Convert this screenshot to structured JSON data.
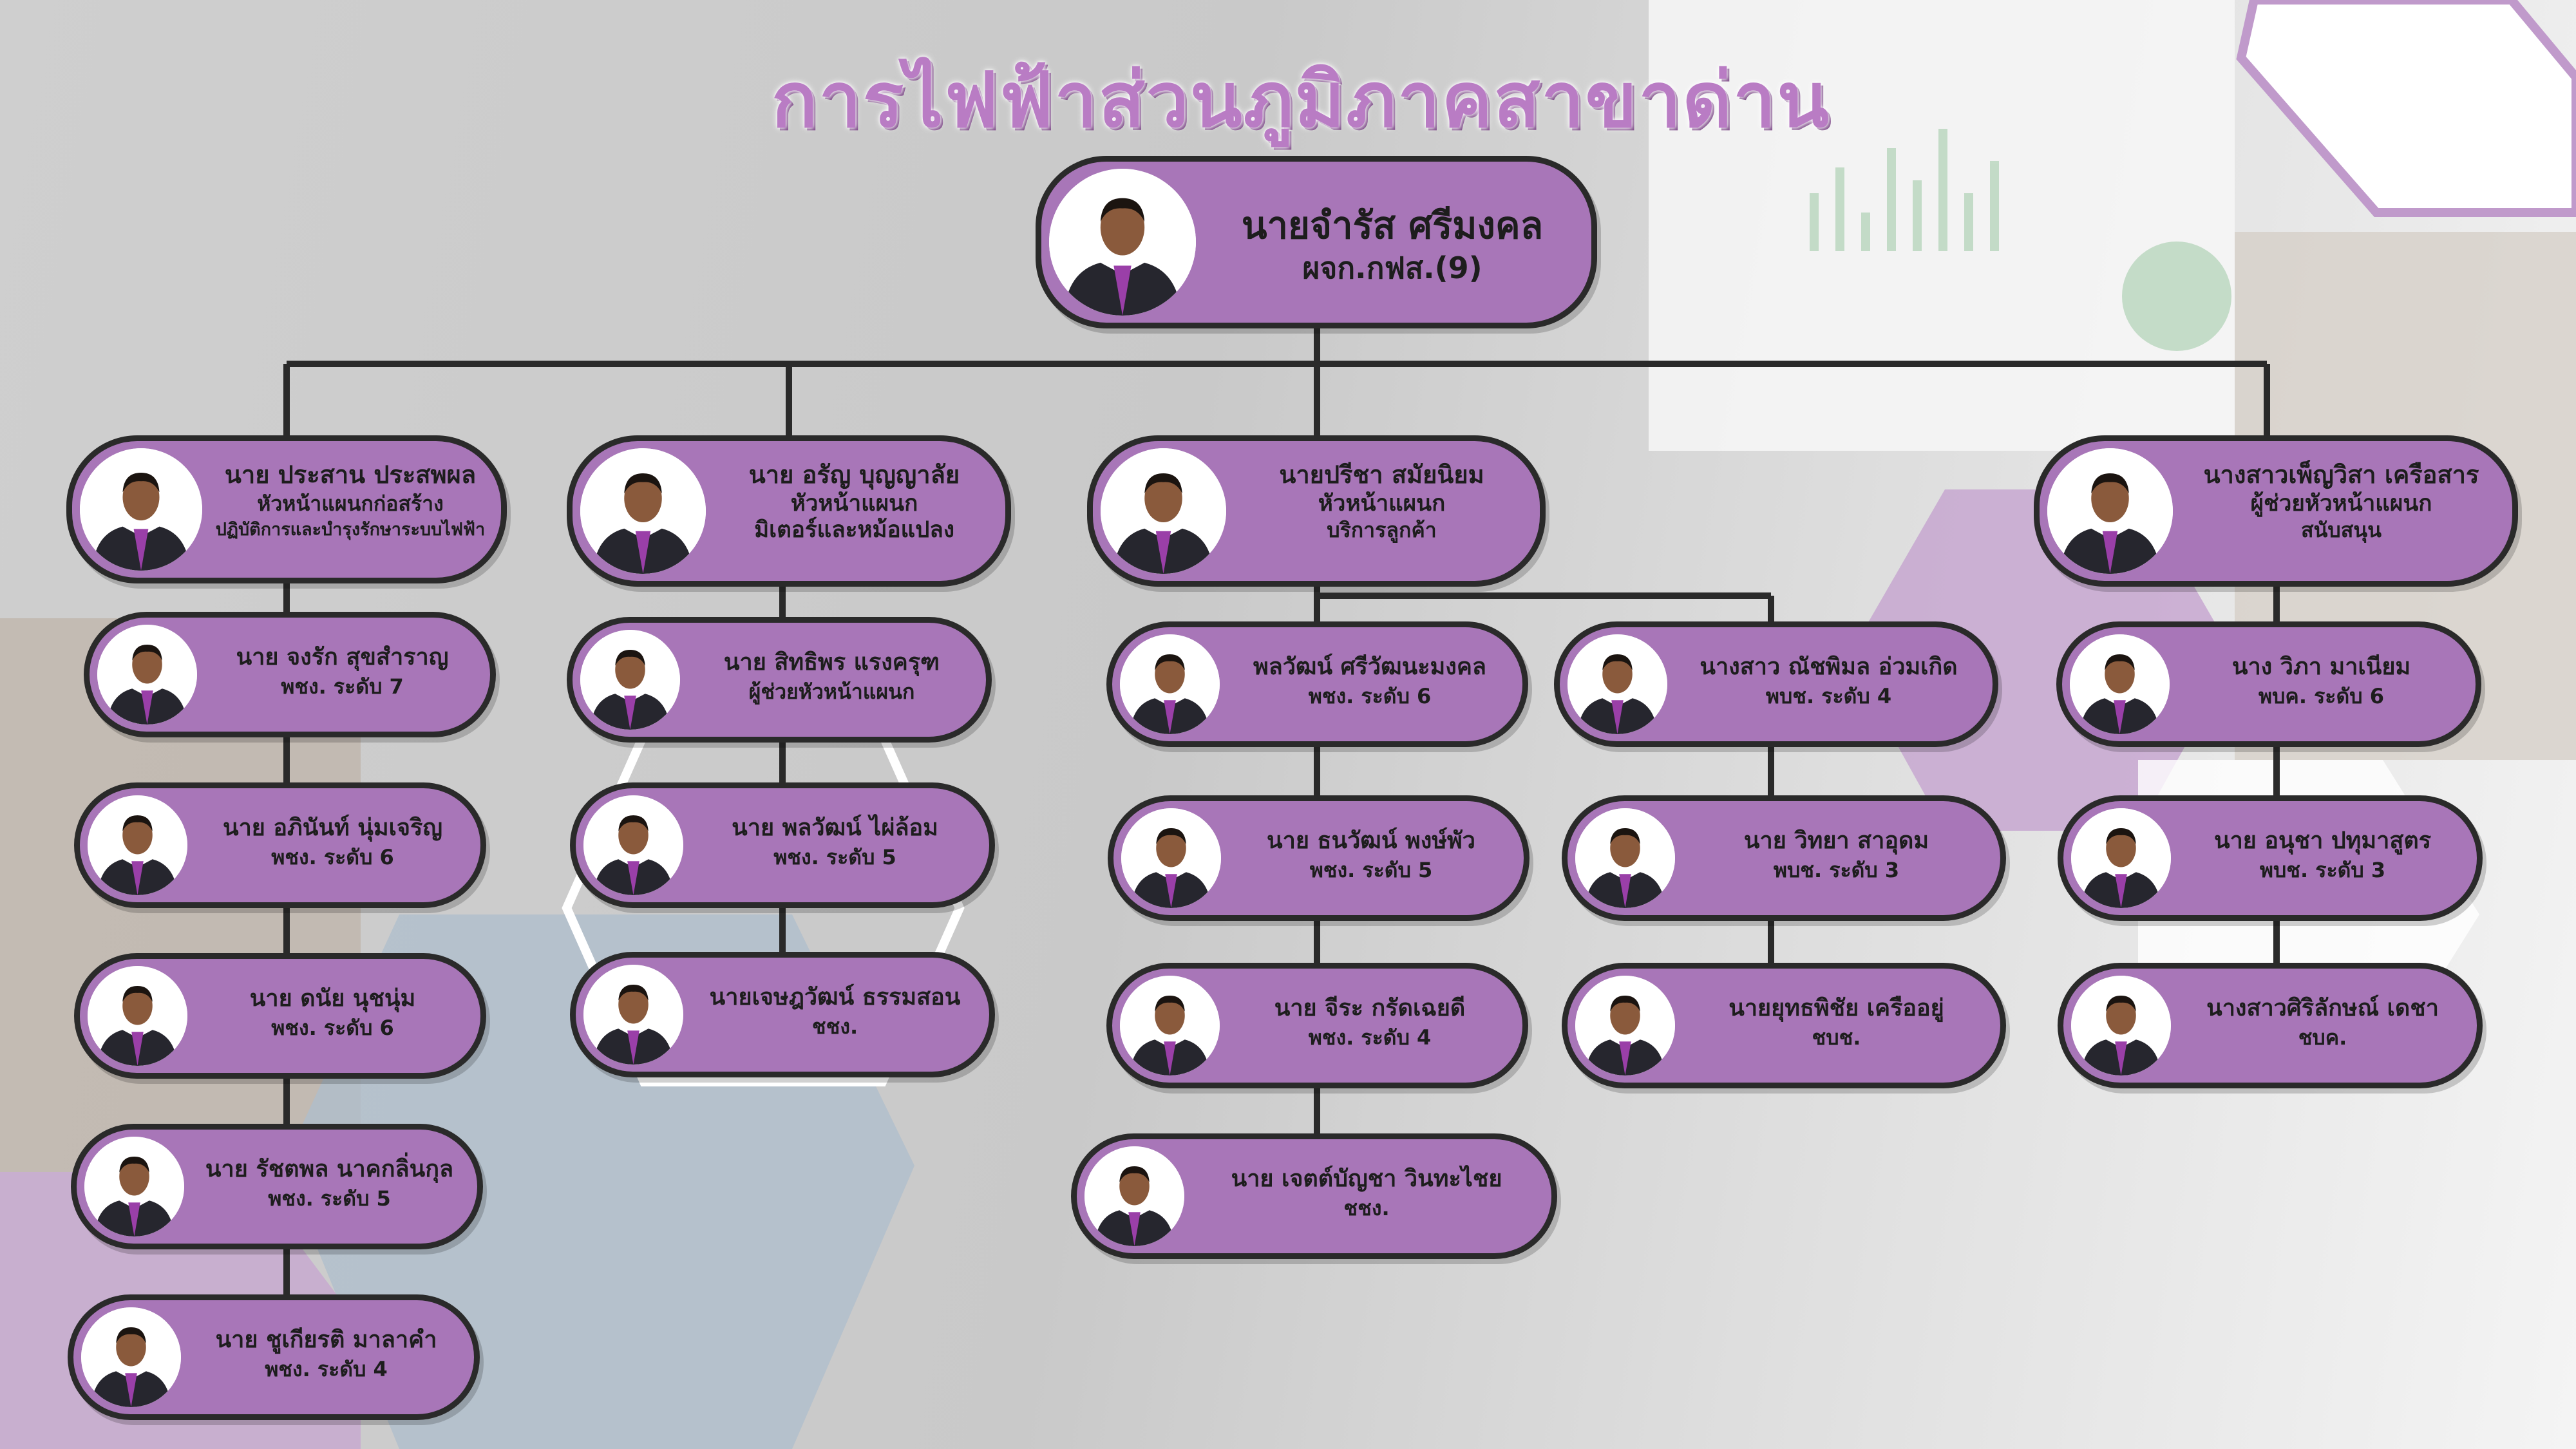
{
  "page": {
    "title": "การไฟฟ้าส่วนภูมิภาคสาขาด่านมะขามเตี้ย"
  },
  "colors": {
    "card": "#a876b8",
    "border": "#2a2a2a",
    "title": "#b97cc4",
    "line": "#2a2a2a"
  },
  "manager": {
    "name": "นายจำรัส ศรีมงคล",
    "position": "ผจก.กฟส.(9)"
  },
  "departments": [
    {
      "head": {
        "name": "นาย ประสาน ประสพผล",
        "position": "หัวหน้าแผนกก่อสร้าง",
        "position2": "ปฏิบัติการและบำรุงรักษาระบบไฟฟ้า"
      },
      "staff": [
        {
          "name": "นาย จงรัก สุขสำราญ",
          "position": "พชง. ระดับ 7"
        },
        {
          "name": "นาย อภินันท์ นุ่มเจริญ",
          "position": "พชง. ระดับ 6"
        },
        {
          "name": "นาย ดนัย นุชนุ่ม",
          "position": "พชง. ระดับ 6"
        },
        {
          "name": "นาย รัชตพล นาคกลิ่นกุล",
          "position": "พชง. ระดับ 5"
        },
        {
          "name": "นาย ชูเกียรติ มาลาคำ",
          "position": "พชง. ระดับ 4"
        }
      ]
    },
    {
      "head": {
        "name": "นาย อรัญ บุญญาลัย",
        "position": "หัวหน้าแผนก",
        "position2": "มิเตอร์และหม้อแปลง"
      },
      "staff": [
        {
          "name": "นาย สิทธิพร แรงครุฑ",
          "position": "ผู้ช่วยหัวหน้าแผนก"
        },
        {
          "name": "นาย พลวัฒน์ ไผ่ล้อม",
          "position": "พชง. ระดับ 5"
        },
        {
          "name": "นายเจษฎวัฒน์ ธรรมสอน",
          "position": "ชชง."
        }
      ]
    },
    {
      "head": {
        "name": "นายปรีชา สมัยนิยม",
        "position": "หัวหน้าแผนก",
        "position2": "บริการลูกค้า"
      },
      "staff": [
        {
          "name": "พลวัฒน์ ศรีวัฒนะมงคล",
          "position": "พชง. ระดับ 6"
        },
        {
          "name": "นาย ธนวัฒน์ พงษ์พัว",
          "position": "พชง. ระดับ 5"
        },
        {
          "name": "นาย จีระ กรัดเฉยดี",
          "position": "พชง. ระดับ 4"
        },
        {
          "name": "นาย เจตต์บัญชา วินทะไชย",
          "position": "ชชง."
        }
      ],
      "staff2": [
        {
          "name": "นางสาว ณัชพิมล อ่วมเกิด",
          "position": "พบช. ระดับ 4"
        },
        {
          "name": "นาย วิทยา สาอุดม",
          "position": "พบช. ระดับ 3"
        },
        {
          "name": "นายยุทธพิชัย เครืออยู่",
          "position": "ชบช."
        }
      ]
    },
    {
      "head": {
        "name": "นางสาวเพ็ญวิสา เครือสาร",
        "position": "ผู้ช่วยหัวหน้าแผนก",
        "position2": "สนับสนุน"
      },
      "staff": [
        {
          "name": "นาง วิภา มาเนียม",
          "position": "พบค. ระดับ 6"
        },
        {
          "name": "นาย อนุชา ปทุมาสูตร",
          "position": "พบช. ระดับ 3"
        },
        {
          "name": "นางสาวศิริลักษณ์ เดชา",
          "position": "ชบค."
        }
      ]
    }
  ]
}
